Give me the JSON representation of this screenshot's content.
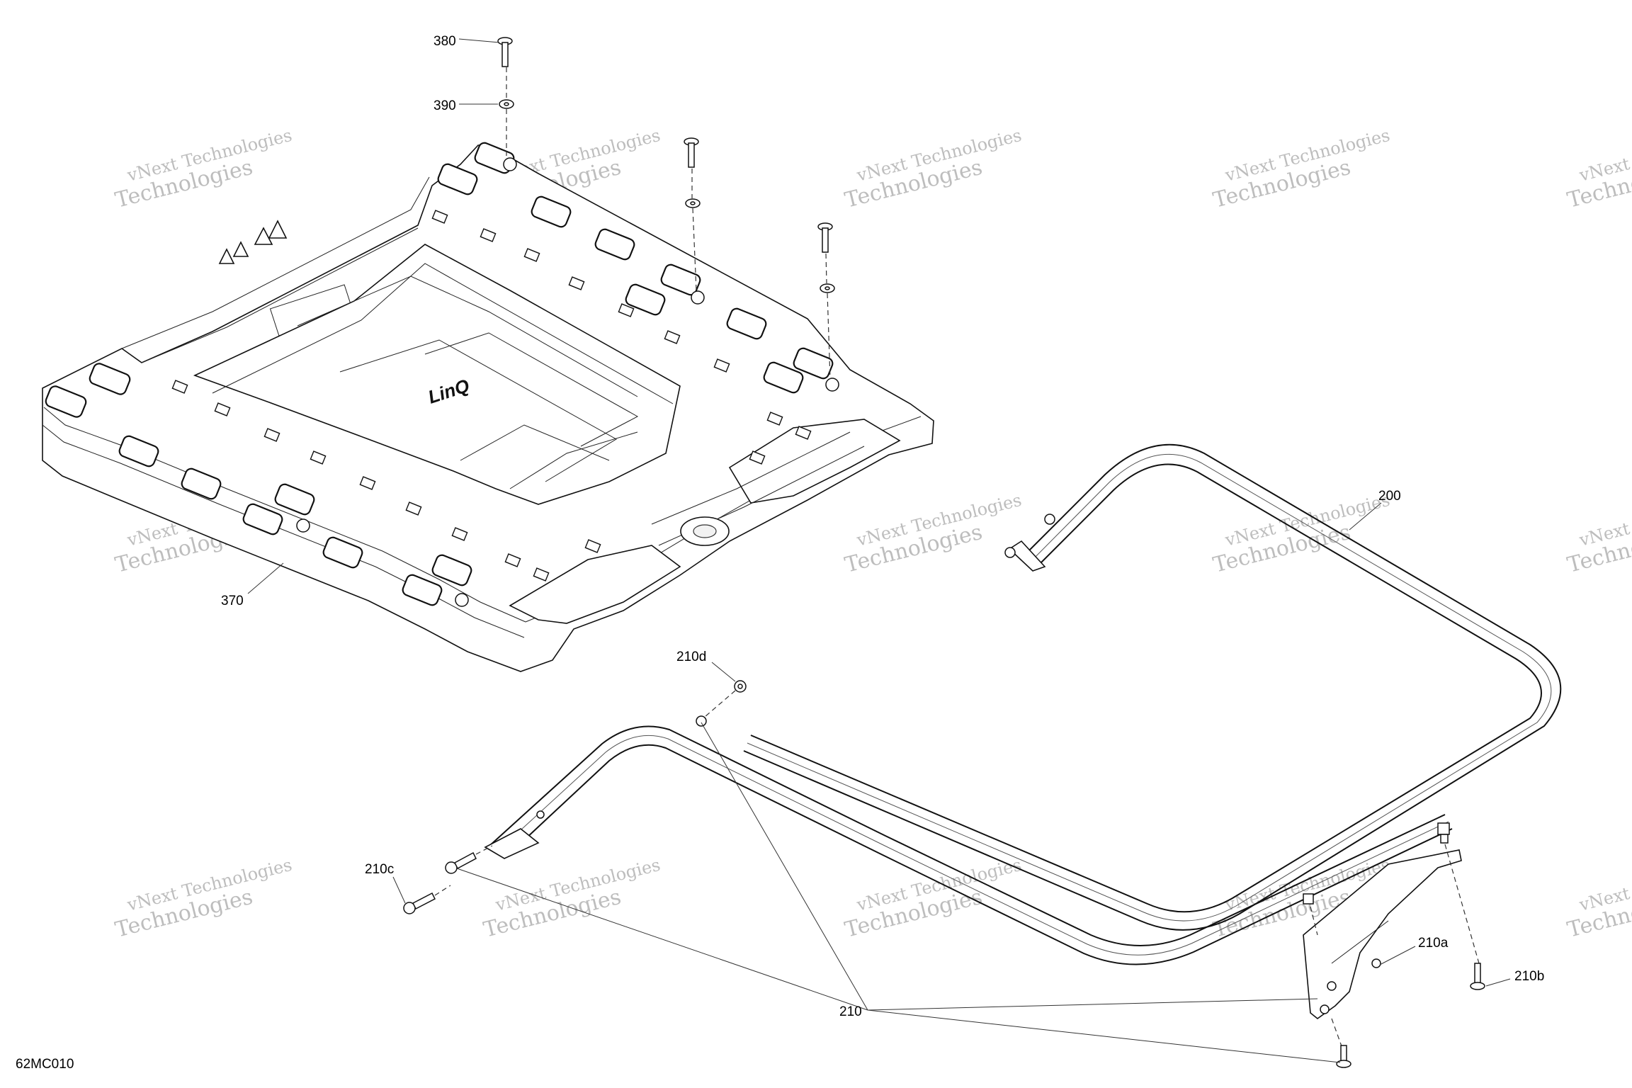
{
  "diagram": {
    "figure_code": "62MC010",
    "watermark_line1": "vNext Technologies",
    "watermark_line2": "Technologies",
    "rack_logo": "LinQ",
    "callouts": {
      "p380": "380",
      "p390": "390",
      "p370": "370",
      "p200": "200",
      "p210d": "210d",
      "p210c": "210c",
      "p210": "210",
      "p210a": "210a",
      "p210b": "210b"
    }
  }
}
